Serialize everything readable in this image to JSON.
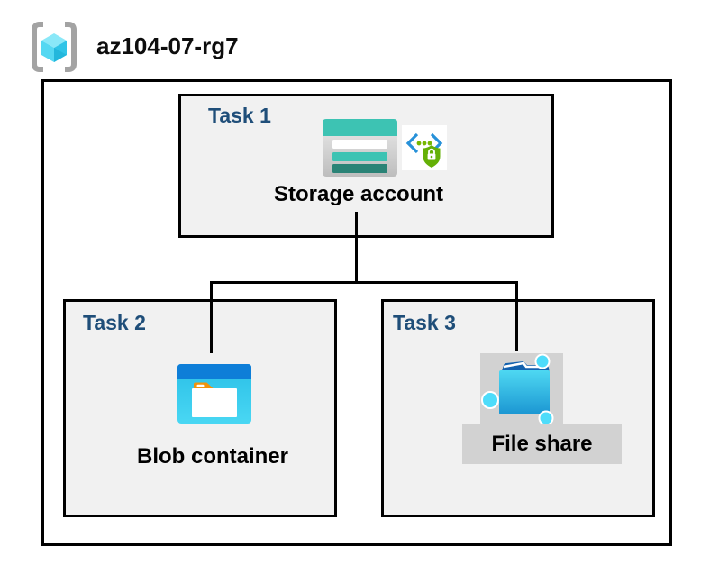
{
  "resource_group": {
    "name": "az104-07-rg7",
    "icon": "resource-group-icon"
  },
  "tasks": [
    {
      "label": "Task 1",
      "item": "Storage account",
      "icons": [
        "storage-account-icon",
        "shared-access-signature-icon"
      ]
    },
    {
      "label": "Task 2",
      "item": "Blob container",
      "icons": [
        "blob-container-icon"
      ]
    },
    {
      "label": "Task 3",
      "item": "File share",
      "icons": [
        "file-share-icon"
      ]
    }
  ],
  "connections": [
    {
      "from": "Storage account",
      "to": "Blob container"
    },
    {
      "from": "Storage account",
      "to": "File share"
    }
  ],
  "colors": {
    "task_label": "#1f4e79",
    "box_fill": "#f1f1f1",
    "box_border": "#000000",
    "connector": "#000000",
    "storage_teal": "#3dc3b3",
    "storage_teal_dark": "#2a8376",
    "blob_band_blue": "#0e7ed8",
    "blob_body_cyan": "#35c9ec",
    "fileshare_flap_blue": "#1261ae",
    "fileshare_body_blue": "#1b96d2",
    "node_cyan": "#4edcfa",
    "sas_bracket_blue": "#2791d9",
    "sas_green": "#64b006",
    "gray_label_bg": "#d2d2d2",
    "rg_bracket_gray": "#a3a3a3",
    "rg_cube_cyan": "#55d8f2"
  }
}
